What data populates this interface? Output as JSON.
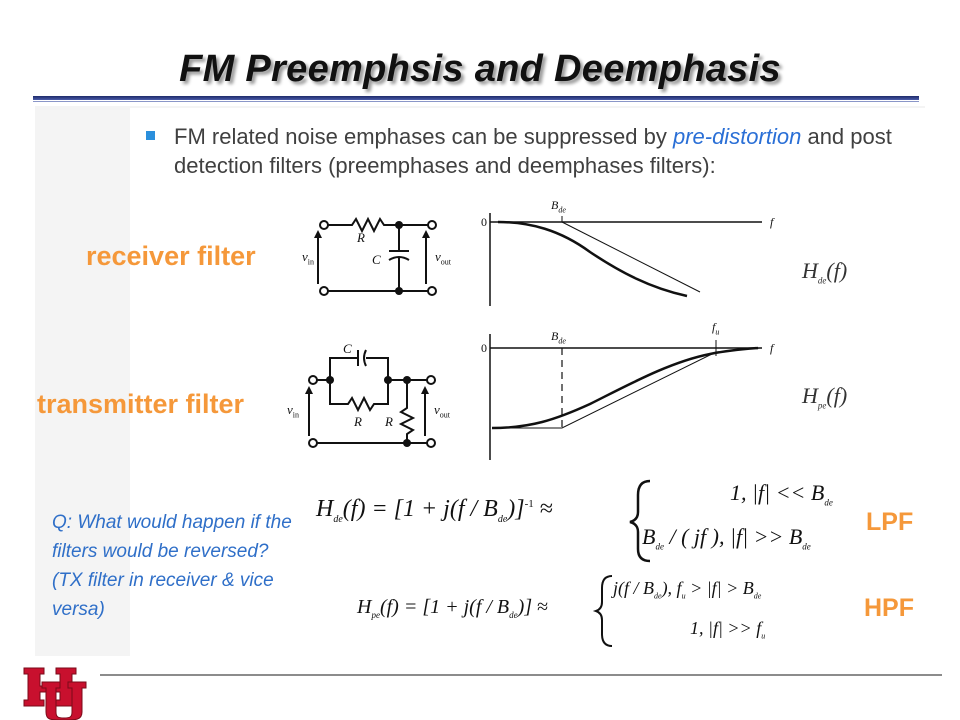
{
  "slide": {
    "title": "FM Preemphsis and Deemphasis",
    "bullet": {
      "text_before": "FM related noise emphases can be suppressed by ",
      "highlight": "pre-distortion",
      "text_after": " and post detection filters (preemphases and deemphases filters):"
    },
    "receiver_label": "receiver filter",
    "transmitter_label": "transmitter filter",
    "question": "Q: What would happen if the filters would be reversed? (TX filter in receiver & vice versa)",
    "lpf_label": "LPF",
    "hpf_label": "HPF"
  },
  "receiver_circuit": {
    "r": "R",
    "c": "C",
    "vin": "v",
    "vin_sub": "in",
    "vout": "v",
    "vout_sub": "out"
  },
  "transmitter_circuit": {
    "r1": "R",
    "r2": "R",
    "c": "C",
    "vin": "v",
    "vin_sub": "in",
    "vout": "v",
    "vout_sub": "out"
  },
  "receiver_plot": {
    "zero": "0",
    "f": "f",
    "b": "B",
    "b_sub": "de",
    "h": "H",
    "h_sub": "de",
    "h_arg": "(f)"
  },
  "transmitter_plot": {
    "zero": "0",
    "f": "f",
    "b": "B",
    "b_sub": "de",
    "fu": "f",
    "fu_sub": "u",
    "h": "H",
    "h_sub": "pe",
    "h_arg": "(f)"
  },
  "equations": {
    "hde_lhs": "H",
    "hde_lhs_sub": "de",
    "hde_expr": "(f) = [1 + j(f / B",
    "hde_expr_sub": "de",
    "hde_expr_end": ")]",
    "hde_exp": "-1",
    "approx": "≈",
    "hde_case1": "1, |f| << B",
    "hde_case1_sub": "de",
    "hde_case2a": "B",
    "hde_case2a_sub": "de",
    "hde_case2b": " / ( jf ), |f| >> B",
    "hde_case2_sub": "de",
    "hpe_lhs": "H",
    "hpe_lhs_sub": "pe",
    "hpe_expr": "(f) = [1 + j(f / B",
    "hpe_expr_sub": "de",
    "hpe_expr_end": ")]",
    "hpe_case1": "j(f / B",
    "hpe_case1_sub": "de",
    "hpe_case1b": "), f",
    "hpe_case1b_sub": "u",
    "hpe_case1c": " > |f| > B",
    "hpe_case1c_sub": "de",
    "hpe_case2": "1, |f| >> f",
    "hpe_case2_sub": "u"
  },
  "colors": {
    "accent_blue": "#2f6fc8",
    "orange": "#f5983a",
    "logo_red": "#c8102e"
  }
}
